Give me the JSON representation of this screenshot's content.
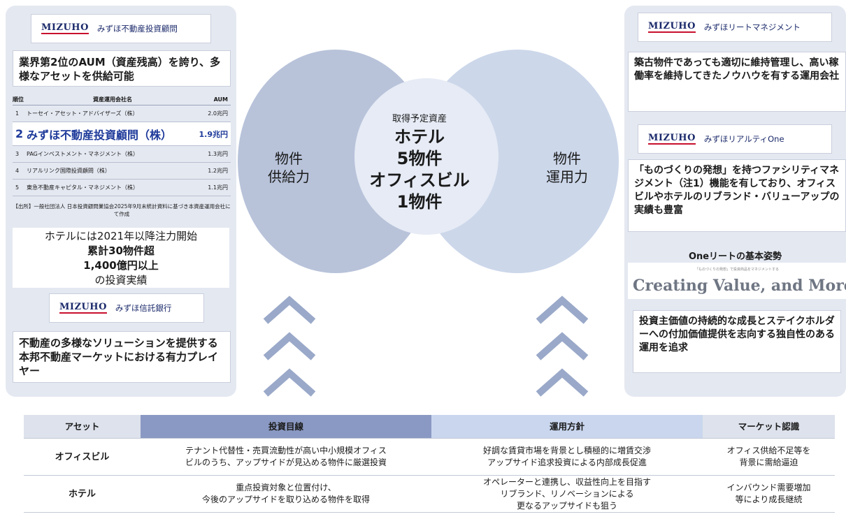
{
  "colors": {
    "panel_bg": "#e4e8f1",
    "circle_left": "#b8c3da",
    "circle_right": "#ccd7ea",
    "circle_overlap": "#97a6c8",
    "circle_center": "#e6ebf5",
    "chevron": "#9aa9c9",
    "header_left": "#8a99c3",
    "header_mid": "#c9d6ee",
    "header_right": "#dde2ec",
    "highlight_text": "#1e3a9a"
  },
  "left": {
    "logo_brand": "MIZUHO",
    "logo_company": "みずほ不動産投資顧問",
    "headline": "業界第2位のAUM（資産残高）を誇り、多様なアセットを供給可能",
    "rank_headers": [
      "順位",
      "資産運用会社名",
      "AUM"
    ],
    "rank_rows": [
      {
        "rank": "1",
        "name": "トーセイ・アセット・アドバイザーズ（株）",
        "aum": "2.0兆円"
      },
      {
        "rank": "2",
        "name": "みずほ不動産投資顧問（株）",
        "aum": "1.9兆円"
      },
      {
        "rank": "3",
        "name": "PAGインベストメント・マネジメント（株）",
        "aum": "1.3兆円"
      },
      {
        "rank": "4",
        "name": "リアルリンク国際投資顧問（株）",
        "aum": "1.2兆円"
      },
      {
        "rank": "5",
        "name": "東急不動産キャピタル・マネジメント（株）",
        "aum": "1.1兆円"
      }
    ],
    "rank_source": "【出所】一般社団法人 日本投資顧問業協会2025年9月末統計資料に基づき本資産運用会社にて作成",
    "track_line1": "ホテルには2021年以降注力開始",
    "track_line2": "累計30物件超",
    "track_line3": "1,400億円以上",
    "track_line4": "の投資実績",
    "trust_brand": "MIZUHO",
    "trust_company": "みずほ信託銀行",
    "trust_text": "不動産の多様なソリューションを提供する本邦不動産マーケットにおける有力プレイヤー"
  },
  "venn": {
    "left_label_1": "物件",
    "left_label_2": "供給力",
    "right_label_1": "物件",
    "right_label_2": "運用力",
    "center_small": "取得予定資産",
    "center_line1": "ホテル",
    "center_line2": "5物件",
    "center_line3": "オフィスビル",
    "center_line4": "1物件"
  },
  "right": {
    "reit_brand": "MIZUHO",
    "reit_company": "みずほリートマネジメント",
    "reit_text": "築古物件であっても適切に維持管理し、高い稼働率を維持してきたノウハウを有する運用会社",
    "realty_brand": "MIZUHO",
    "realty_company": "みずほリアルティOne",
    "realty_text": "「ものづくりの発想」を持つファシリティマネジメント（注1）機能を有しており、オフィスビルやホテルのリブランド・バリューアップの実績も豊富",
    "one_title": "Oneリートの基本姿勢",
    "creating_small": "「ものづくりの発想」で投資商品をマネジメントする",
    "creating": "Creating Value, and More",
    "policy_text": "投資主価値の持続的な成長とステイクホルダーへの付加価値提供を志向する独自性のある運用を追求"
  },
  "table": {
    "headers": [
      "アセット",
      "投資目線",
      "運用方針",
      "マーケット認識"
    ],
    "rows": [
      {
        "asset": "オフィスビル",
        "view_1": "テナント代替性・売買流動性が高い中小規模オフィス",
        "view_2": "ビルのうち、アップサイドが見込める物件に厳選投資",
        "policy_1": "好調な賃貸市場を背景とし積極的に増賃交渉",
        "policy_2": "アップサイド追求投資による内部成長促進",
        "policy_3": "",
        "market_1": "オフィス供給不足等を",
        "market_2": "背景に需給逼迫"
      },
      {
        "asset": "ホテル",
        "view_1": "重点投資対象と位置付け、",
        "view_2": "今後のアップサイドを取り込める物件を取得",
        "policy_1": "オペレーターと連携し、収益性向上を目指す",
        "policy_2": "リブランド、リノベーションによる",
        "policy_3": "更なるアップサイドも狙う",
        "market_1": "インバウンド需要増加",
        "market_2": "等により成長継続"
      }
    ]
  }
}
